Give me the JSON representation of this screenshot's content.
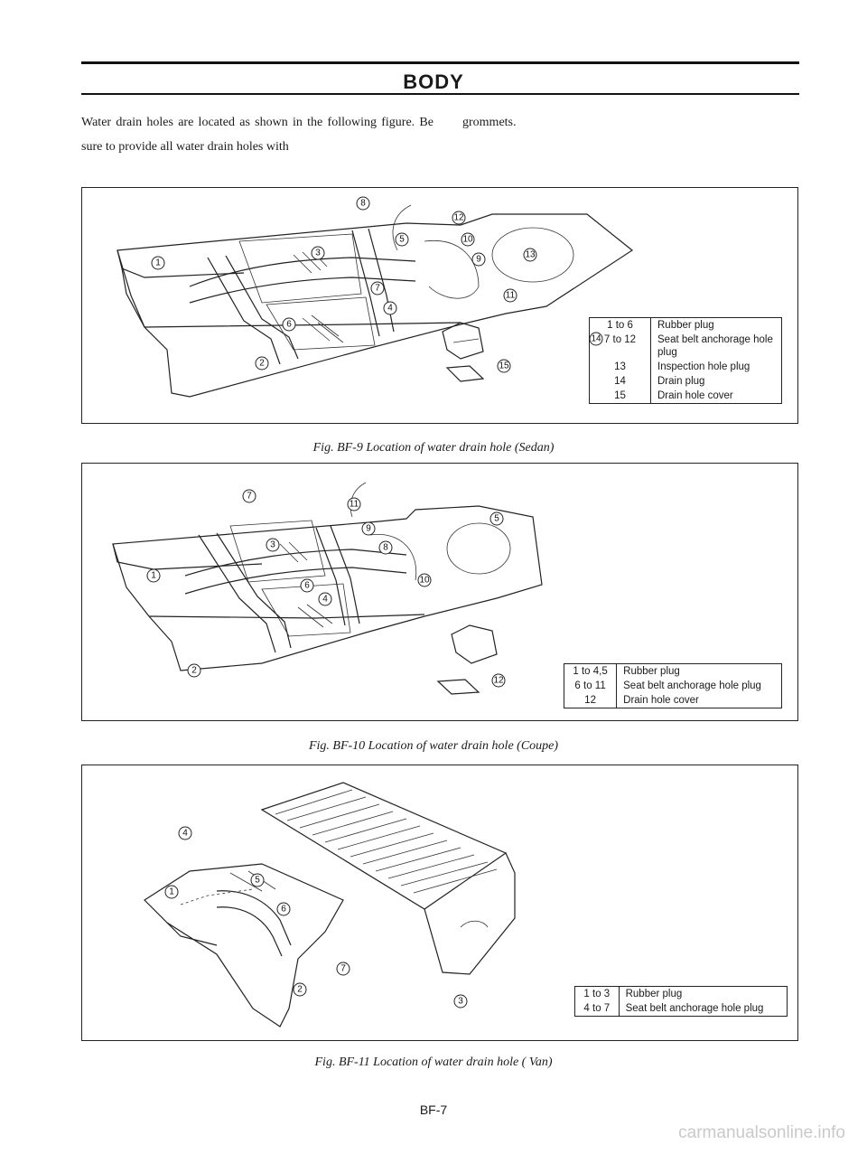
{
  "header": {
    "title": "BODY"
  },
  "intro": {
    "left": "Water drain holes are located as shown in the following figure. Be sure to provide all water drain holes with",
    "right": "grommets."
  },
  "fig9": {
    "caption": "Fig. BF-9  Location of water drain hole (Sedan)",
    "callouts": [
      "1",
      "2",
      "3",
      "4",
      "5",
      "6",
      "7",
      "8",
      "9",
      "10",
      "11",
      "12",
      "13",
      "14",
      "15"
    ],
    "legend": [
      {
        "k": "1 to 6",
        "v": "Rubber plug"
      },
      {
        "k": "7 to 12",
        "v": "Seat belt anchorage hole plug"
      },
      {
        "k": "13",
        "v": "Inspection hole plug"
      },
      {
        "k": "14",
        "v": "Drain plug"
      },
      {
        "k": "15",
        "v": "Drain hole cover"
      }
    ]
  },
  "fig10": {
    "caption": "Fig. BF-10  Location of water drain hole (Coupe)",
    "callouts": [
      "1",
      "2",
      "3",
      "4",
      "5",
      "6",
      "7",
      "8",
      "9",
      "10",
      "11",
      "12"
    ],
    "legend": [
      {
        "k": "1 to 4,5",
        "v": "Rubber plug"
      },
      {
        "k": "6 to 11",
        "v": "Seat belt anchorage hole plug"
      },
      {
        "k": "12",
        "v": "Drain hole cover"
      }
    ]
  },
  "fig11": {
    "caption": "Fig. BF-11  Location of water drain hole ( Van)",
    "callouts": [
      "1",
      "2",
      "3",
      "4",
      "5",
      "6",
      "7"
    ],
    "legend": [
      {
        "k": "1 to 3",
        "v": "Rubber plug"
      },
      {
        "k": "4 to 7",
        "v": "Seat belt anchorage hole plug"
      }
    ]
  },
  "footer": {
    "page": "BF-7"
  },
  "watermark": {
    "text": "carmanualsonline.info"
  }
}
